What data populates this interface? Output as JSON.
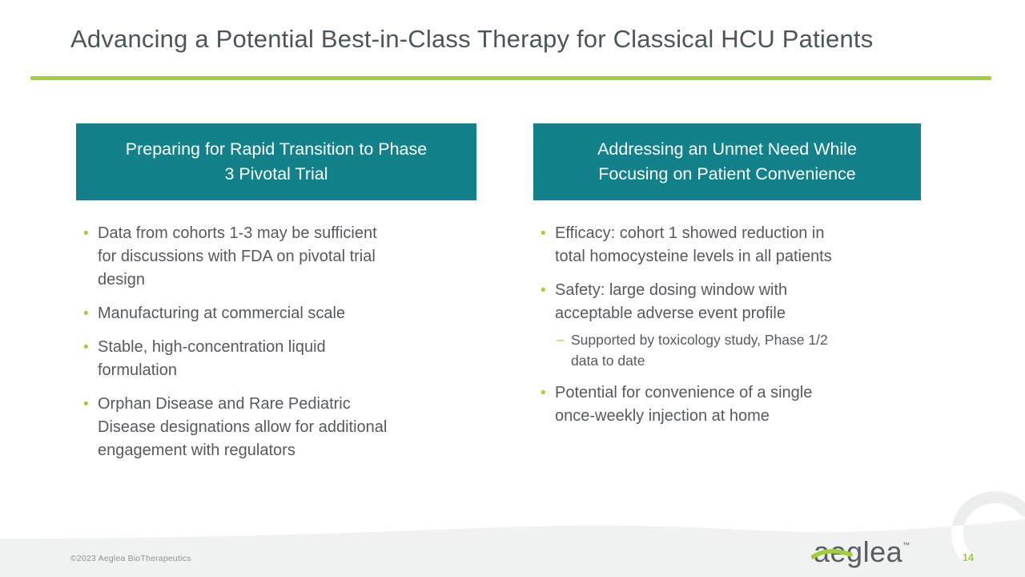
{
  "title": "Advancing a Potential Best-in-Class Therapy for Classical HCU Patients",
  "glyphs": {
    "bullet": "•",
    "dash": "–"
  },
  "columns": [
    {
      "header": "Preparing for Rapid Transition to Phase\n3 Pivotal Trial",
      "bullets": [
        {
          "text": "Data from cohorts 1-3 may be sufficient\nfor discussions with FDA on pivotal trial\ndesign"
        },
        {
          "text": "Manufacturing at commercial scale"
        },
        {
          "text": "Stable, high-concentration liquid\nformulation"
        },
        {
          "text": "Orphan Disease and Rare Pediatric\nDisease designations allow for additional\nengagement with regulators"
        }
      ]
    },
    {
      "header": "Addressing an Unmet Need While\nFocusing on Patient Convenience",
      "bullets": [
        {
          "text": "Efficacy: cohort 1 showed reduction in\ntotal homocysteine levels in all patients"
        },
        {
          "text": "Safety: large dosing window with\nacceptable adverse event profile",
          "sub": "Supported by toxicology study, Phase 1/2\ndata to date"
        },
        {
          "text": "Potential for convenience of a single\nonce-weekly injection at home"
        }
      ]
    }
  ],
  "footer": {
    "copyright": "©2023 Aeglea BioTherapeutics",
    "logo_text": "aeglea",
    "logo_tm": "™",
    "page_number": "14"
  },
  "colors": {
    "teal_header": "#12818A",
    "accent_green": "#A3CE3B",
    "body_text": "#545A5E",
    "title_text": "#4C5559",
    "footer_band": "#F0F1F1"
  }
}
